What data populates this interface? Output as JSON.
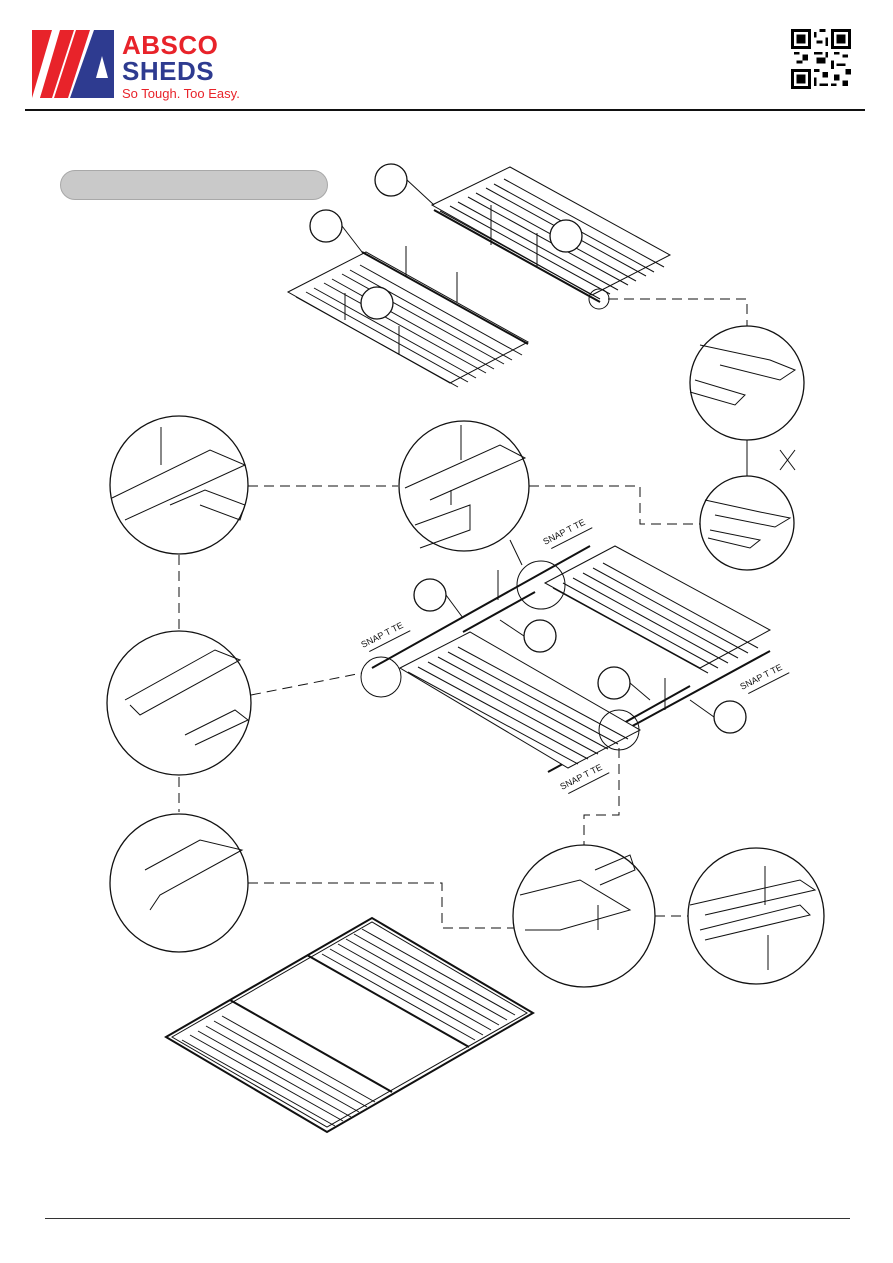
{
  "brand": {
    "name_line1": "ABSCO",
    "name_line2": "SHEDS",
    "tagline": "So Tough. Too Easy.",
    "colors": {
      "red": "#e8232a",
      "blue": "#2e3b90"
    }
  },
  "header": {
    "qr_icon": "qr-code-icon"
  },
  "labels": {
    "snaptite": [
      "SNAP",
      "T",
      "TE"
    ]
  }
}
